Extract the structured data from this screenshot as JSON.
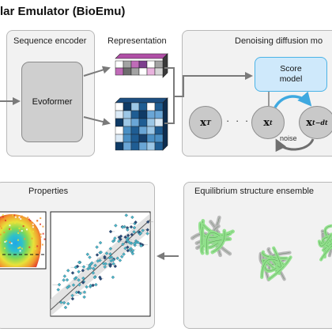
{
  "header": {
    "title": "lar Emulator (BioEmu)"
  },
  "sequence_encoder": {
    "title": "Sequence encoder",
    "block_label": "Evoformer"
  },
  "representation": {
    "title": "Representation"
  },
  "denoising": {
    "title": "Denoising diffusion mo",
    "score_model_line1": "Score",
    "score_model_line2": "model",
    "node_xT": "x",
    "node_xT_sub": "T",
    "dots": "· · ·",
    "node_xt": "x",
    "node_xt_sub": "t",
    "node_xtdt": "x",
    "node_xtdt_sub": "t−dt",
    "noise_label": "noise"
  },
  "properties": {
    "title": "Properties"
  },
  "ensemble": {
    "title": "Equilibrium structure ensemble"
  },
  "colors": {
    "panel_bg": "#f2f2f2",
    "panel_border": "#b8b8b8",
    "accent_blue": "#3fa9e0",
    "protein_green": "#8fe08a",
    "protein_gray": "#b5b5b5",
    "arrow_gray": "#7a7a7a"
  }
}
